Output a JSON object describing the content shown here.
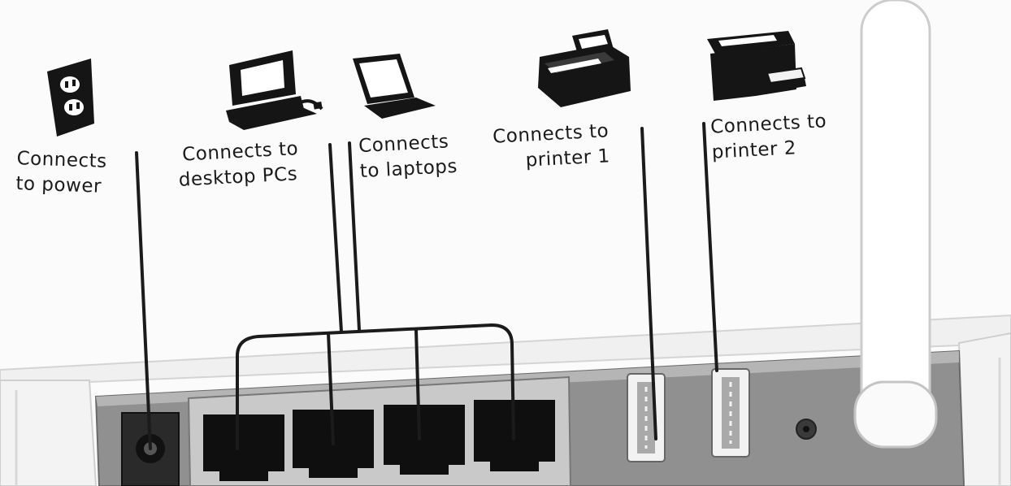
{
  "labels": {
    "power": {
      "line1": "Connects",
      "line2": "to power"
    },
    "desktop": {
      "line1": "Connects to",
      "line2": "desktop PCs"
    },
    "laptops": {
      "line1": "Connects",
      "line2": "to laptops"
    },
    "printer1": {
      "line1": "Connects to",
      "line2": "printer 1"
    },
    "printer2": {
      "line1": "Connects to",
      "line2": "printer 2"
    }
  },
  "icons": [
    "power-outlet-icon",
    "desktop-pc-icon",
    "laptop-icon",
    "printer-icon",
    "printer-icon"
  ],
  "colors": {
    "ink": "#1b1b1b",
    "router_body": "#ececec",
    "panel": "#8d8d8d",
    "background": "#fbfbfb"
  }
}
